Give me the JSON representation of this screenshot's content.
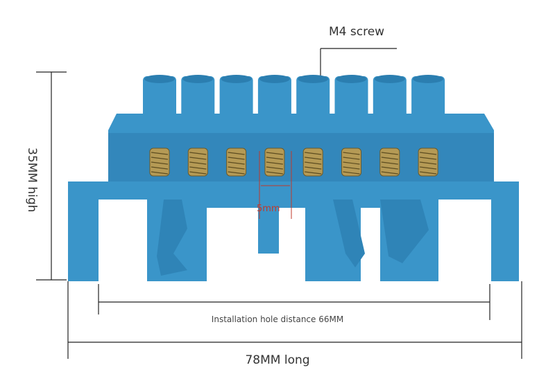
{
  "annotations": {
    "screw_label": "M4 screw",
    "height_label": "35MM high",
    "hole_distance_label": "Installation hole distance 66MM",
    "length_label": "78MM long",
    "gap_label": "5mm"
  },
  "product": {
    "body_color": "#3a95c9",
    "body_shadow": "#2b7eb0",
    "brass_color": "#b59a55",
    "terminal_count": 8
  }
}
